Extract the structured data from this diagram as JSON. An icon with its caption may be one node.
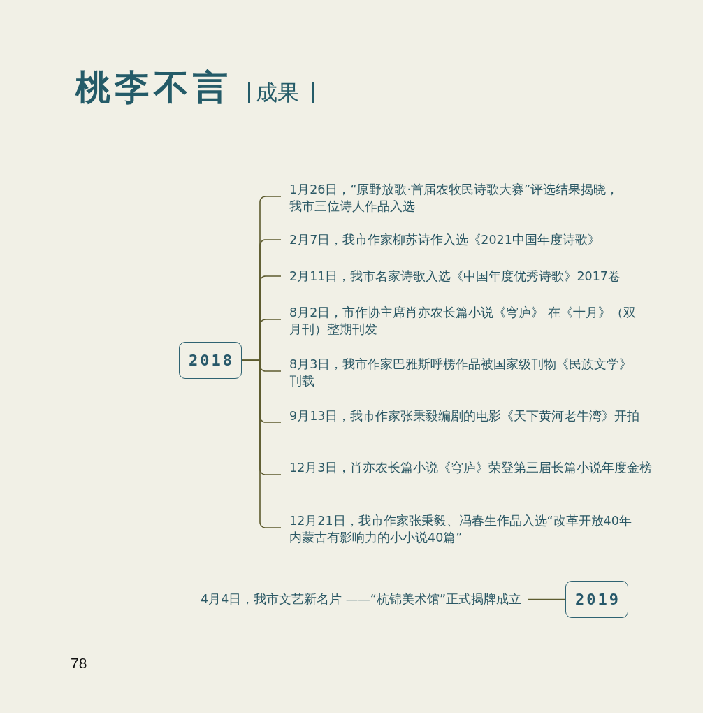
{
  "diagram": {
    "title": "桃李不言",
    "nodes": [
      {
        "text": [
          "2018"
        ]
      },
      {
        "text": [
          "1月26日，“原野放歌·首届农牧民诗歌大赛”评选结果揭晓，我市三位诗人作品入选"
        ]
      },
      {
        "text": [
          "2月7日，我市作家柳苏诗作入选《2021中国年度诗歌》"
        ]
      },
      {
        "text": [
          "2月11日，我市名家诗歌入选《中国年度优秀诗歌》2017卷"
        ]
      },
      {
        "text": [
          "8月2日，市作协主席肖亦农长篇小说《穹庐》 在《十月》（双月刊）整期刊发"
        ]
      },
      {
        "text": [
          "8月3日，我市作家巴雅斯呼楞作品被国家级刊物《民族文学》刊载"
        ]
      },
      {
        "text": [
          "9月13日，我市作家张秉毅编剧的电影《天下黄河老牛湾》开拍"
        ]
      },
      {
        "text": [
          "12月3日，肖亦农长篇小说《穹庐》荣登第三届长篇小说年度金榜"
        ]
      },
      {
        "text": [
          "12月21日，我市作家张秉毅、冯春生作品入选“改革开放40年内蒙古有影响力的小小说40篇”"
        ]
      },
      {
        "text": [
          "4月4日，我市文艺新名片 ——“杭锦美术馆”正式揭牌成立"
        ]
      },
      {
        "text": [
          "2019"
        ]
      }
    ],
    "edges": [
      {
        "from": 0,
        "to": 1,
        "arrow": "none"
      },
      {
        "from": 0,
        "to": 2,
        "arrow": "none"
      },
      {
        "from": 0,
        "to": 3,
        "arrow": "none"
      },
      {
        "from": 0,
        "to": 4,
        "arrow": "none"
      },
      {
        "from": 0,
        "to": 5,
        "arrow": "none"
      },
      {
        "from": 0,
        "to": 6,
        "arrow": "none"
      },
      {
        "from": 0,
        "to": 7,
        "arrow": "none"
      },
      {
        "from": 0,
        "to": 8,
        "arrow": "none"
      },
      {
        "from": 9,
        "to": 10,
        "arrow": "none"
      }
    ],
    "labels": [
      "成果",
      "78"
    ]
  }
}
